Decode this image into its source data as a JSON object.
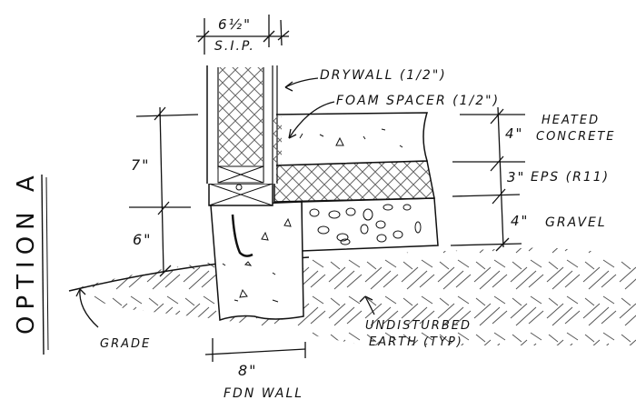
{
  "diagram": {
    "title": "OPTION A",
    "type": "Foundation section sketch",
    "colors": {
      "ink": "#111111",
      "hatch": "#555555",
      "paper": "#ffffff"
    },
    "labels": {
      "sip_width": "6½\"",
      "sip": "S.I.P.",
      "drywall": "DRYWALL (1/2\")",
      "foam_spacer": "FOAM SPACER (1/2\")",
      "heated_concrete_dim": "4\"",
      "heated_concrete": "HEATED",
      "heated_concrete_2": "CONCRETE",
      "eps_dim": "3\"",
      "eps": "EPS (R11)",
      "gravel_dim": "4\"",
      "gravel": "GRAVEL",
      "left_dim_top": "7\"",
      "left_dim_bottom": "6\"",
      "grade": "GRADE",
      "undisturbed": "UNDISTURBED",
      "undisturbed_2": "EARTH (TYP)",
      "fdn_dim": "8\"",
      "fdn_wall": "FDN WALL"
    },
    "layers": [
      {
        "name": "Heated concrete slab",
        "thickness": "4\""
      },
      {
        "name": "EPS insulation",
        "thickness": "3\"",
        "r_value": "R11"
      },
      {
        "name": "Gravel",
        "thickness": "4\""
      }
    ],
    "wall": {
      "name": "S.I.P.",
      "thickness": "6½\""
    },
    "foundation": {
      "name": "FDN WALL",
      "thickness": "8\""
    },
    "finishes": [
      {
        "name": "Drywall",
        "thickness": "1/2\""
      },
      {
        "name": "Foam spacer",
        "thickness": "1/2\""
      }
    ]
  }
}
